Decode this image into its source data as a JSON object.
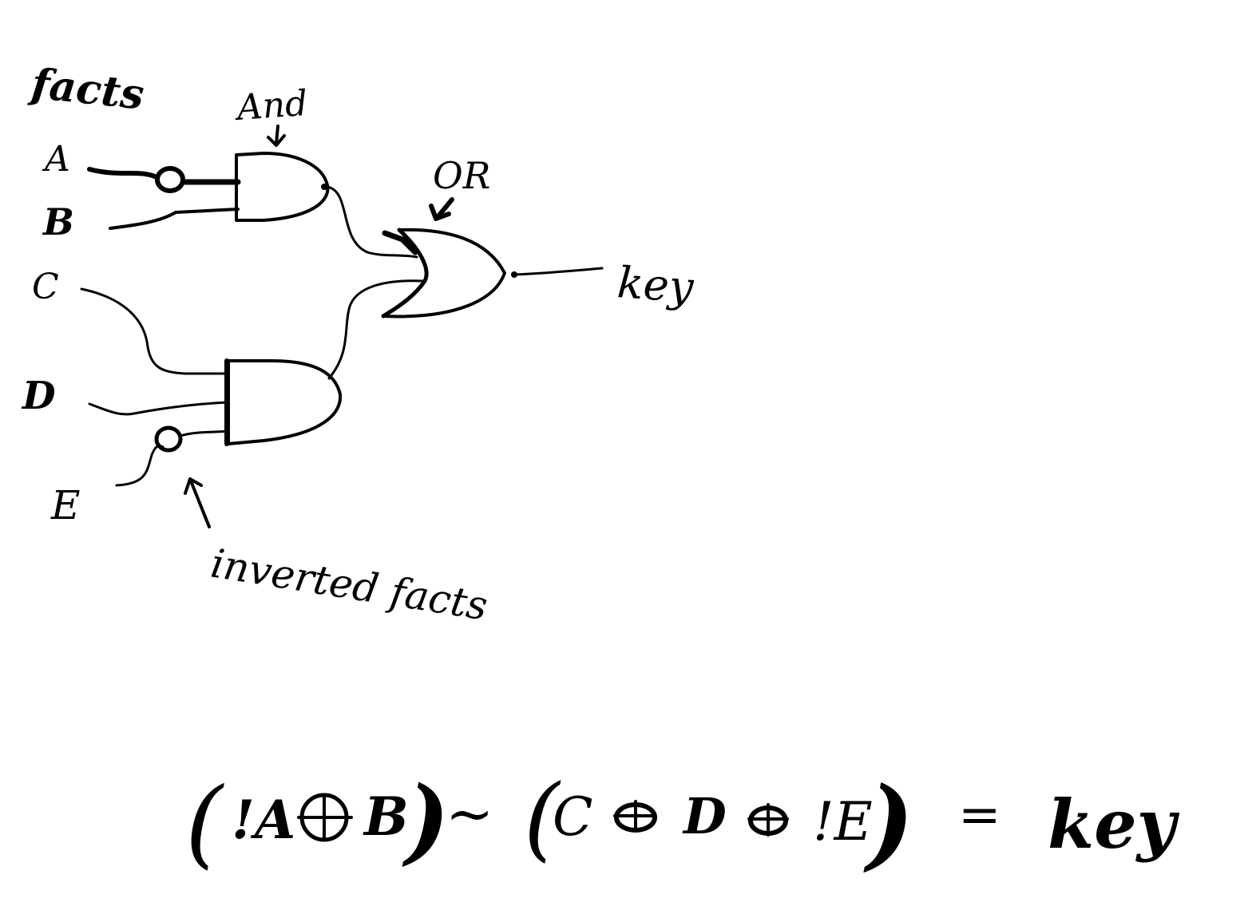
{
  "labels": {
    "facts": "facts",
    "and_gate": "And",
    "or_gate": "OR",
    "output": "key",
    "inverted_note": "inverted facts"
  },
  "inputs": [
    "A",
    "B",
    "C",
    "D",
    "E"
  ],
  "formula": {
    "open1": "(",
    "not_a": "!A",
    "b": "B",
    "close1": ")",
    "tilde": "~",
    "open2": "(",
    "c": "C",
    "d": "D",
    "not_e": "!E",
    "close2": ")",
    "equals": "=",
    "result": "key"
  }
}
